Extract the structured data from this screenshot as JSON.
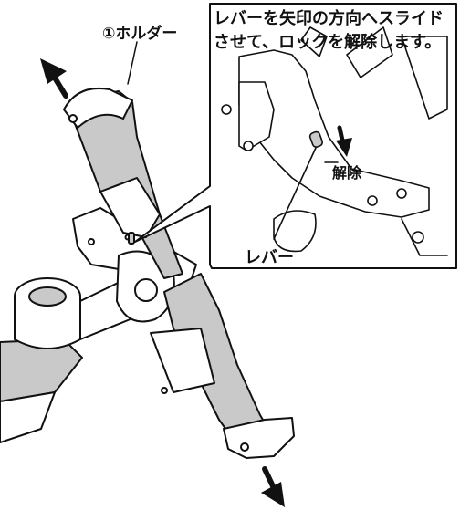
{
  "holder_label": "①ホルダー",
  "callout": {
    "line1": "レバーを矢印の方向へスライド",
    "line2": "させて、ロックを解除します。"
  },
  "lever_label": "レバー",
  "release_label": "解除",
  "colors": {
    "line": "#111111",
    "fill_gray": "#c9c9c9",
    "fill_white": "#ffffff"
  }
}
